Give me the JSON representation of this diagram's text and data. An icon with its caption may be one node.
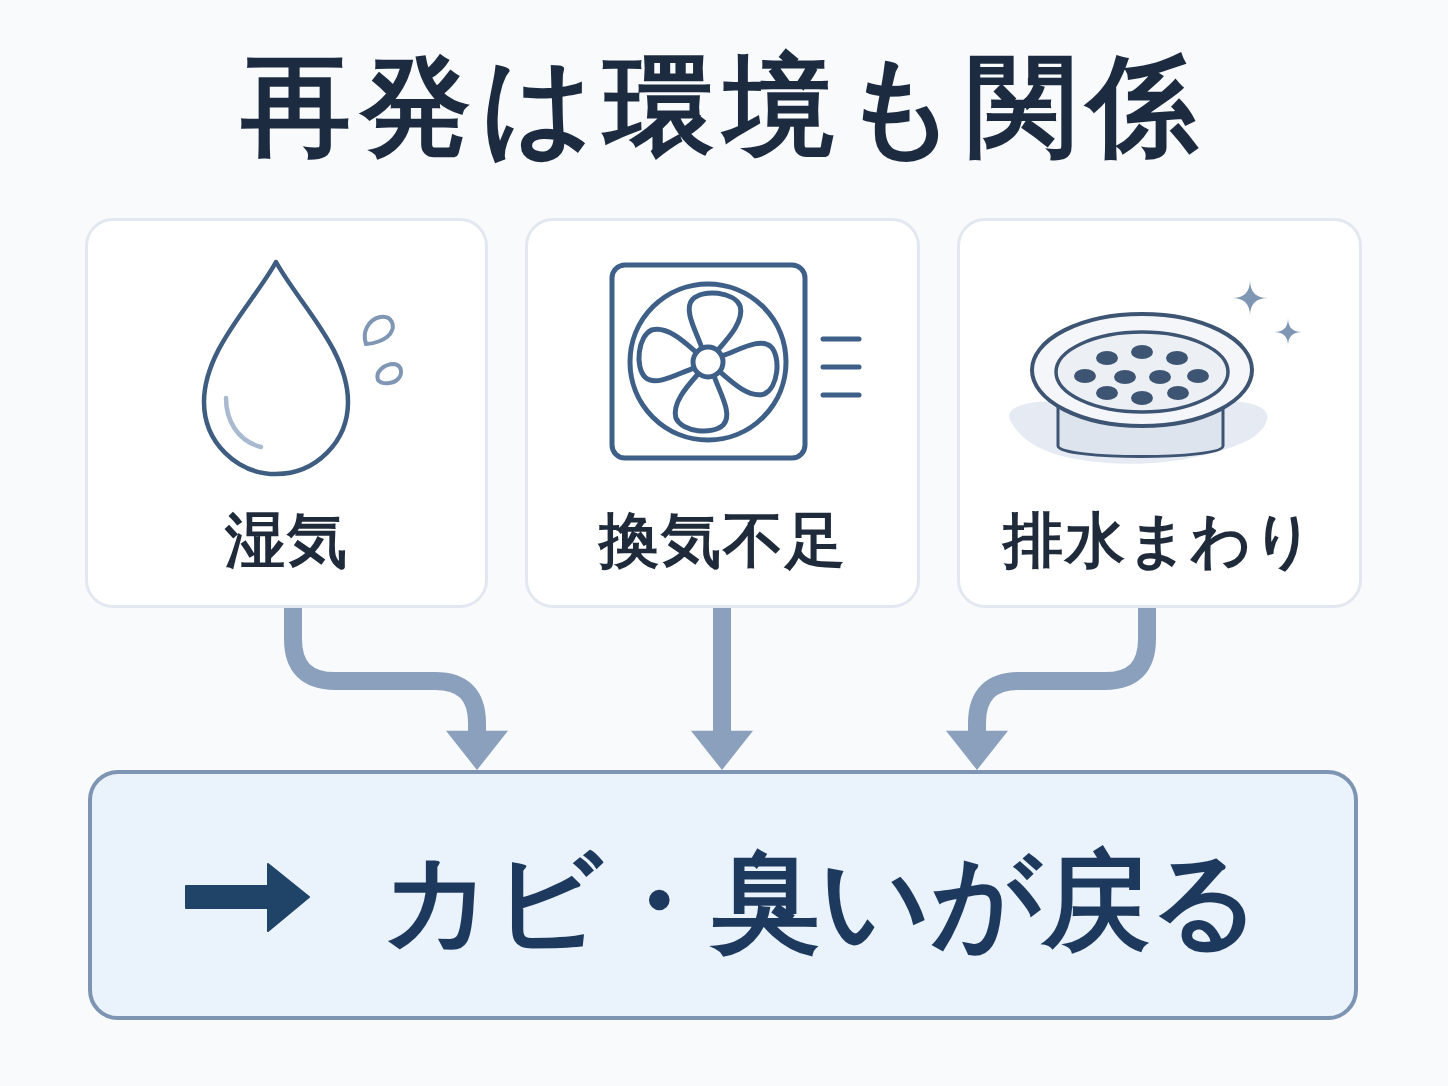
{
  "diagram": {
    "title": "再発は環境も関係",
    "nodes": [
      {
        "text": [
          "湿気"
        ]
      },
      {
        "text": [
          "換気不足"
        ]
      },
      {
        "text": [
          "排水まわり"
        ]
      },
      {
        "text": [
          "カビ・臭いが戻る"
        ]
      }
    ],
    "edges": [
      {
        "from": 0,
        "to": 3,
        "arrow": "to"
      },
      {
        "from": 1,
        "to": 3,
        "arrow": "to"
      },
      {
        "from": 2,
        "to": 3,
        "arrow": "to"
      }
    ]
  }
}
